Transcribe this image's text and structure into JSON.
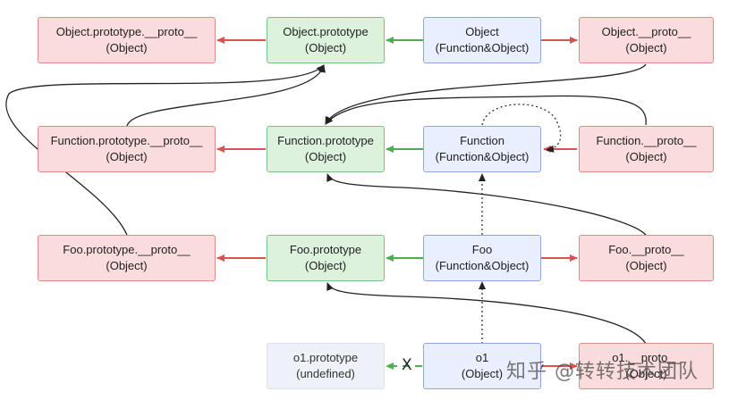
{
  "nodes": {
    "object_prototype_proto": {
      "line1": "Object.prototype.__proto__",
      "line2": "(Object)"
    },
    "object_prototype": {
      "line1": "Object.prototype",
      "line2": "(Object)"
    },
    "object": {
      "line1": "Object",
      "line2": "(Function&Object)"
    },
    "object_proto": {
      "line1": "Object.__proto__",
      "line2": "(Object)"
    },
    "function_prototype_proto": {
      "line1": "Function.prototype.__proto__",
      "line2": "(Object)"
    },
    "function_prototype": {
      "line1": "Function.prototype",
      "line2": "(Object)"
    },
    "function": {
      "line1": "Function",
      "line2": "(Function&Object)"
    },
    "function_proto": {
      "line1": "Function.__proto__",
      "line2": "(Object)"
    },
    "foo_prototype_proto": {
      "line1": "Foo.prototype.__proto__",
      "line2": "(Object)"
    },
    "foo_prototype": {
      "line1": "Foo.prototype",
      "line2": "(Object)"
    },
    "foo": {
      "line1": "Foo",
      "line2": "(Function&Object)"
    },
    "foo_proto": {
      "line1": "Foo.__proto__",
      "line2": "(Object)"
    },
    "o1_prototype": {
      "line1": "o1.prototype",
      "line2": "(undefined)"
    },
    "o1": {
      "line1": "o1",
      "line2": "(Object)"
    },
    "o1_proto": {
      "line1": "o1.__proto__",
      "line2": "(Object)"
    }
  },
  "x_mark": "X",
  "watermark": "知乎 @转转技术团队",
  "colors": {
    "red_fill": "#fbdcdc",
    "red_border": "#e08a8a",
    "green_fill": "#ddf2dd",
    "green_border": "#7fc07f",
    "blue_fill": "#e9efff",
    "blue_border": "#8ea6e6",
    "red_arrow": "#d9534f",
    "green_arrow": "#4caf50",
    "curve": "#222222"
  }
}
